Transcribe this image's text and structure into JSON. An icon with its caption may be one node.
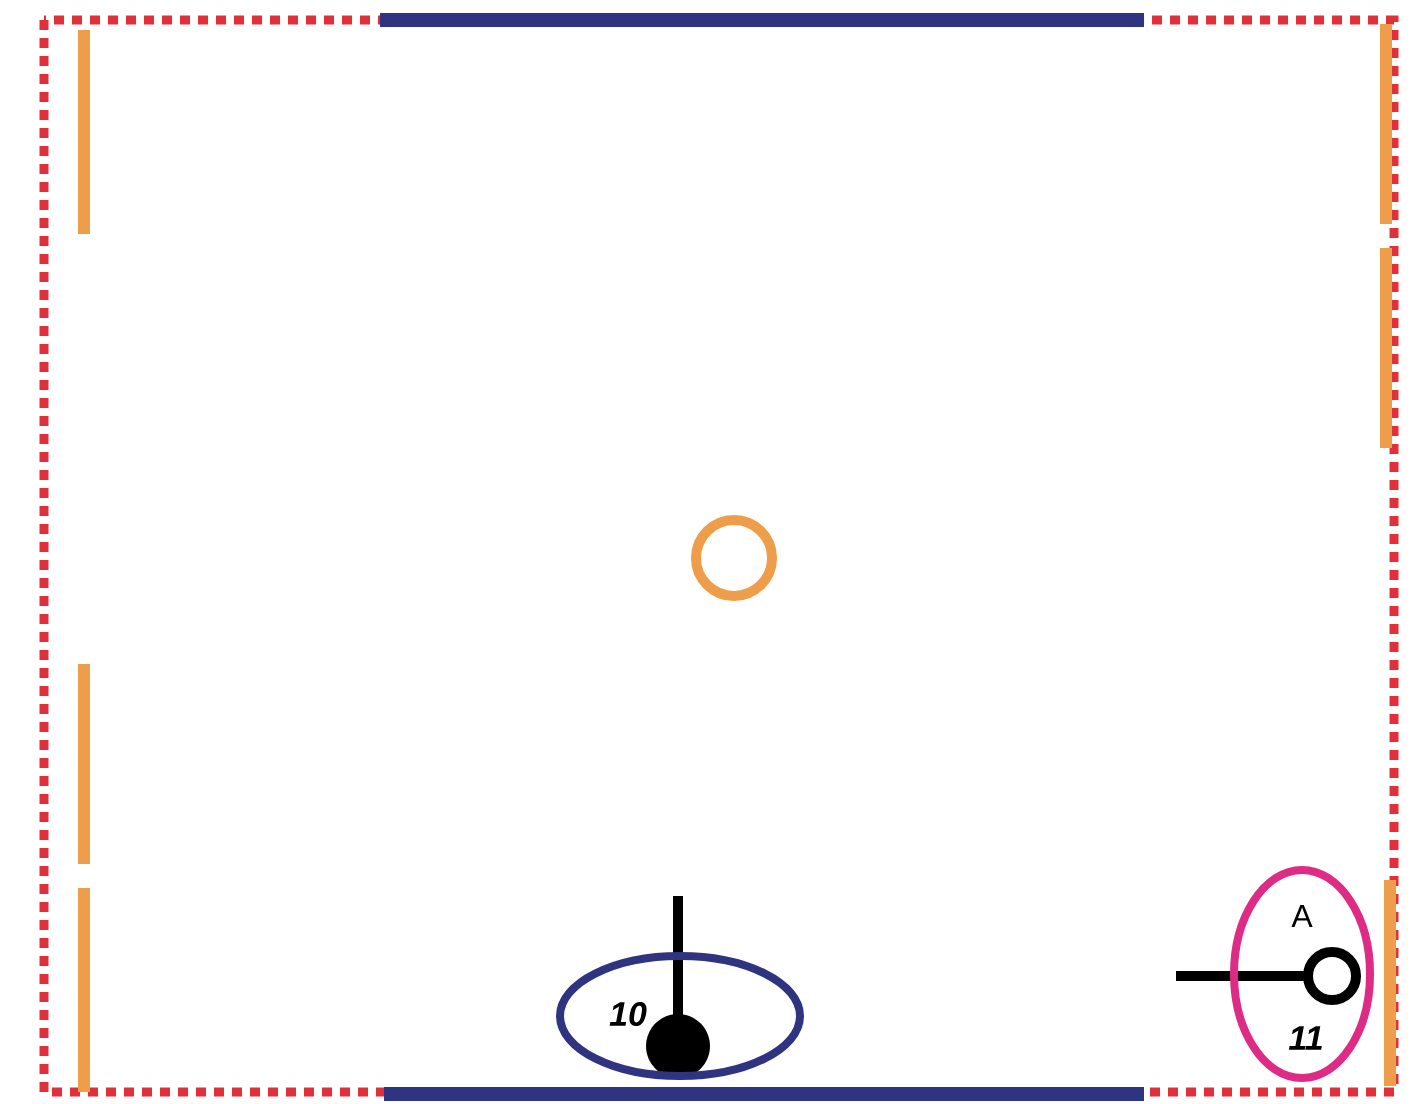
{
  "diagram": {
    "nodes": [
      {
        "text": [
          "10"
        ]
      },
      {
        "text": [
          "A",
          "11"
        ]
      }
    ]
  }
}
